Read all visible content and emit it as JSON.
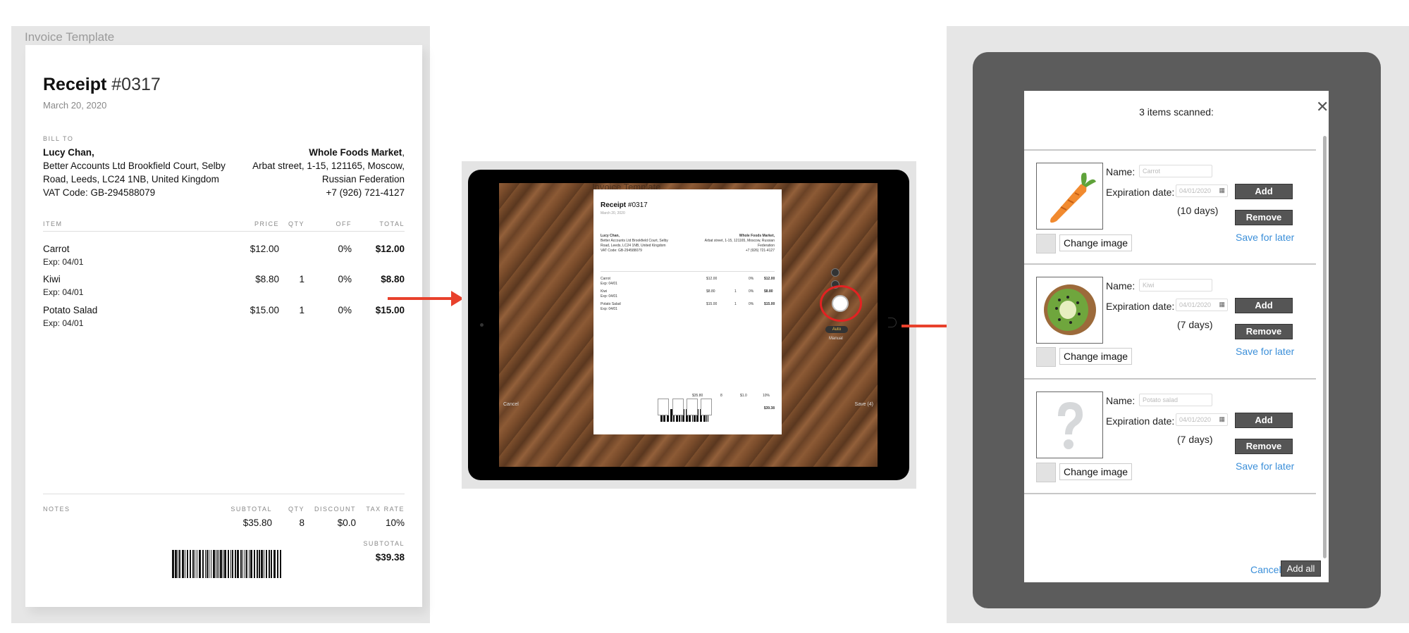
{
  "colors": {
    "accent_arrow": "#e8412c",
    "link": "#3b8fd9",
    "button_dark": "#555555",
    "device_bezel": "#5c5c5c"
  },
  "invoice": {
    "window_title": "Invoice Template",
    "receipt_label": "Receipt",
    "receipt_number": "#0317",
    "date": "March 20, 2020",
    "bill_to_label": "BILL TO",
    "customer": {
      "name": "Lucy Chan,",
      "address1": "Better Accounts Ltd Brookfield Court, Selby",
      "address2": "Road, Leeds, LC24 1NB, United Kingdom",
      "vat": "VAT Code: GB-294588079"
    },
    "vendor": {
      "name": "Whole Foods Market",
      "name_suffix": ",",
      "address1": "Arbat street, 1-15, 121165, Moscow,",
      "address2": "Russian Federation",
      "phone": "+7 (926) 721-4127"
    },
    "columns": {
      "item": "ITEM",
      "price": "PRICE",
      "qty": "QTY",
      "off": "OFF",
      "total": "TOTAL"
    },
    "items": [
      {
        "name": "Carrot",
        "sub": "Exp: 04/01",
        "price": "$12.00",
        "qty": "",
        "off": "0%",
        "total": "$12.00"
      },
      {
        "name": "Kiwi",
        "sub": "Exp: 04/01",
        "price": "$8.80",
        "qty": "1",
        "off": "0%",
        "total": "$8.80"
      },
      {
        "name": "Potato Salad",
        "sub": "Exp: 04/01",
        "price": "$15.00",
        "qty": "1",
        "off": "0%",
        "total": "$15.00"
      }
    ],
    "footer": {
      "notes_label": "NOTES",
      "subtotal_label": "SUBTOTAL",
      "qty_label": "QTY",
      "discount_label": "DISCOUNT",
      "tax_label": "TAX RATE",
      "subtotal": "$35.80",
      "qty": "8",
      "discount": "$0.0",
      "tax": "10%",
      "subtotal2_label": "SUBTOTAL",
      "subtotal2": "$39.38"
    }
  },
  "scanner": {
    "ghost_title": "Invoice Template",
    "doc": {
      "receipt_label": "Receipt",
      "receipt_number": "#0317",
      "date": "March 20, 2020",
      "cust_name": "Lucy Chan,",
      "cust1": "Better Accounts Ltd Brookfield Court, Selby",
      "cust2": "Road, Leeds, LC24 1NB, United Kingdom",
      "cust3": "VAT Code: GB-294588079",
      "vend_name": "Whole Foods Market,",
      "vend1": "Arbat street, 1-15, 121165, Moscow, Russian",
      "vend2": "Federation",
      "vend3": "+7 (926) 721-4127",
      "r1": "Carrot",
      "r1p": "$12.00",
      "r1o": "0%",
      "r1t": "$12.00",
      "r1s": "Exp: 04/01",
      "r2": "Kiwi",
      "r2p": "$8.80",
      "r2q": "1",
      "r2o": "0%",
      "r2t": "$8.80",
      "r2s": "Exp: 04/01",
      "r3": "Potato Salad",
      "r3p": "$15.00",
      "r3q": "1",
      "r3o": "0%",
      "r3t": "$15.00",
      "r3s": "Exp: 04/01",
      "f_sub": "$35.80",
      "f_qty": "8",
      "f_disc": "$1.0",
      "f_tax": "10%",
      "f_total": "$39.38"
    },
    "mode_auto": "Auto",
    "mode_manual": "Manual",
    "cancel": "Cancel",
    "save": "Save (4)"
  },
  "modal": {
    "title": "3 items scanned:",
    "close": "✕",
    "items": [
      {
        "icon": "carrot-image",
        "name_label": "Name:",
        "name_value": "Carrot",
        "exp_label": "Expiration date:",
        "date_value": "04/01/2020",
        "days": "(10 days)",
        "add": "Add",
        "remove": "Remove",
        "change": "Change image",
        "save_later": "Save for later"
      },
      {
        "icon": "kiwi-image",
        "name_label": "Name:",
        "name_value": "Kiwi",
        "exp_label": "Expiration date:",
        "date_value": "04/01/2020",
        "days": "(7 days)",
        "add": "Add",
        "remove": "Remove",
        "change": "Change image",
        "save_later": "Save for later"
      },
      {
        "icon": "unknown-image",
        "name_label": "Name:",
        "name_value": "Potato salad",
        "exp_label": "Expiration date:",
        "date_value": "04/01/2020",
        "days": "(7 days)",
        "add": "Add",
        "remove": "Remove",
        "change": "Change image",
        "save_later": "Save for later"
      }
    ],
    "cancel": "Cancel",
    "add_all": "Add all"
  }
}
